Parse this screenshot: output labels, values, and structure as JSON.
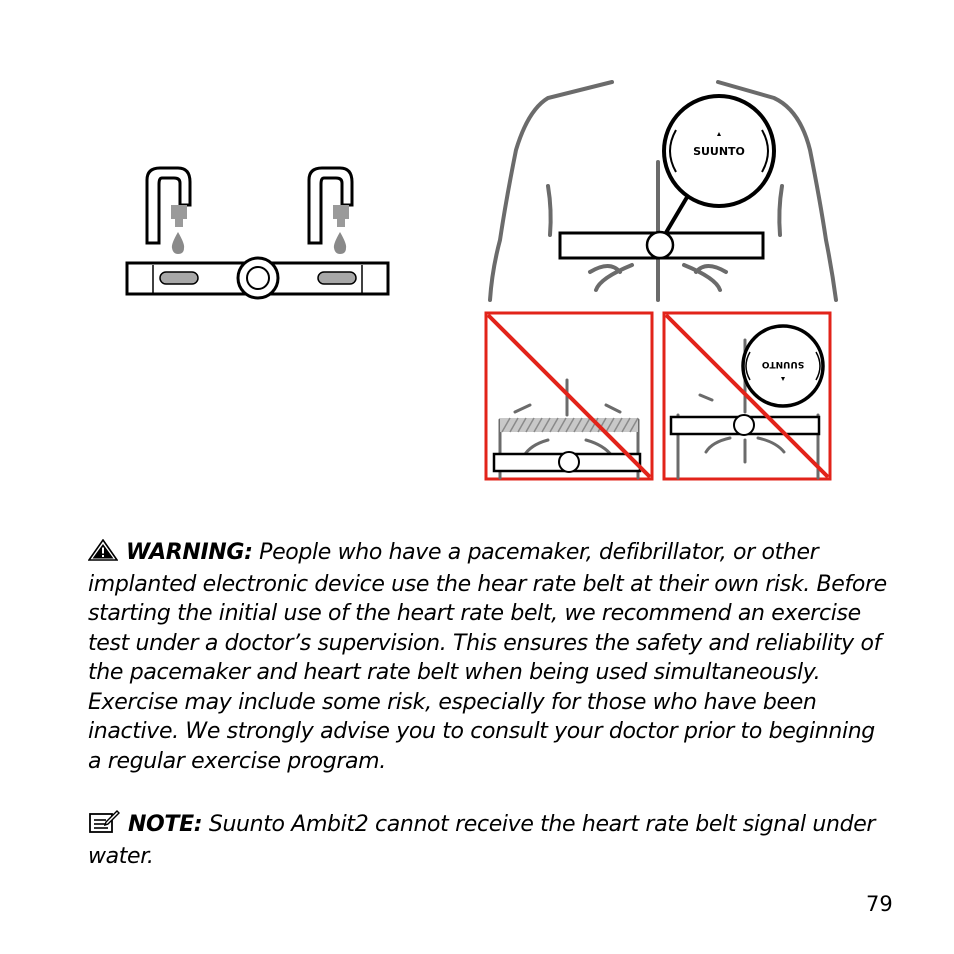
{
  "figure": {
    "brand_text": "SUUNTO",
    "brand_text_mirrored": "SUUNTO"
  },
  "warning": {
    "icon": "warning-triangle-icon",
    "label": "WARNING:",
    "text": " People who have a pacemaker, defibrillator, or other implanted electronic device use the hear rate belt at their own risk. Before starting the initial use of the heart rate belt, we recommend an exercise test under a doctor’s supervision. This ensures the safety and reliability of the pacemaker and heart rate belt when being used simultaneously. Exercise may include some risk, especially for those who have been inactive. We strongly advise you to consult your doctor prior to beginning a regular exercise program."
  },
  "note": {
    "icon": "note-pencil-icon",
    "label": "NOTE:",
    "text": " Suunto Ambit2 cannot receive the heart rate belt signal under water."
  },
  "page_number": "79",
  "colors": {
    "prohibition_red": "#e2231a",
    "body_outline_gray": "#6b6b6b",
    "pad_gray": "#a8a8a8"
  }
}
